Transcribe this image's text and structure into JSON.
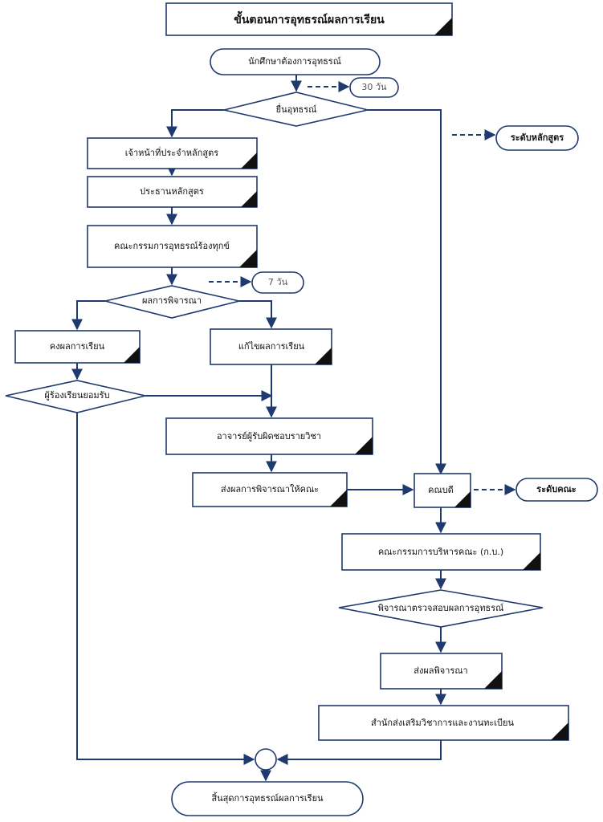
{
  "title": "ขั้นตอนการอุทธรณ์ผลการเรียน",
  "nodes": {
    "start": "นักศึกษาต้องการอุทธรณ์",
    "days30": "30 วัน",
    "submit": "ยื่นอุทธรณ์",
    "level_program": "ระดับหลักสูตร",
    "staff": "เจ้าหน้าที่ประจำหลักสูตร",
    "chair": "ประธานหลักสูตร",
    "committee": "คณะกรรมการอุทธรณ์ร้องทุกข์",
    "days7": "7 วัน",
    "result": "ผลการพิจารณา",
    "keep": "คงผลการเรียน",
    "revise": "แก้ไขผลการเรียน",
    "accept": "ผู้ร้องเรียนยอมรับ",
    "instructor": "อาจารย์ผู้รับผิดชอบรายวิชา",
    "send_faculty": "ส่งผลการพิจารณาให้คณะ",
    "dean": "คณบดี",
    "level_faculty": "ระดับคณะ",
    "exec_committee": "คณะกรรมการบริหารคณะ (ก.บ.)",
    "review": "พิจารณาตรวจสอบผลการอุทธรณ์",
    "send_result": "ส่งผลพิจารณา",
    "registrar": "สำนักส่งเสริมวิชาการและงานทะเบียน",
    "end": "สิ้นสุดการอุทธรณ์ผลการเรียน"
  },
  "colors": {
    "line": "#1f3a6e",
    "corner": "#111111",
    "fill": "#ffffff"
  }
}
